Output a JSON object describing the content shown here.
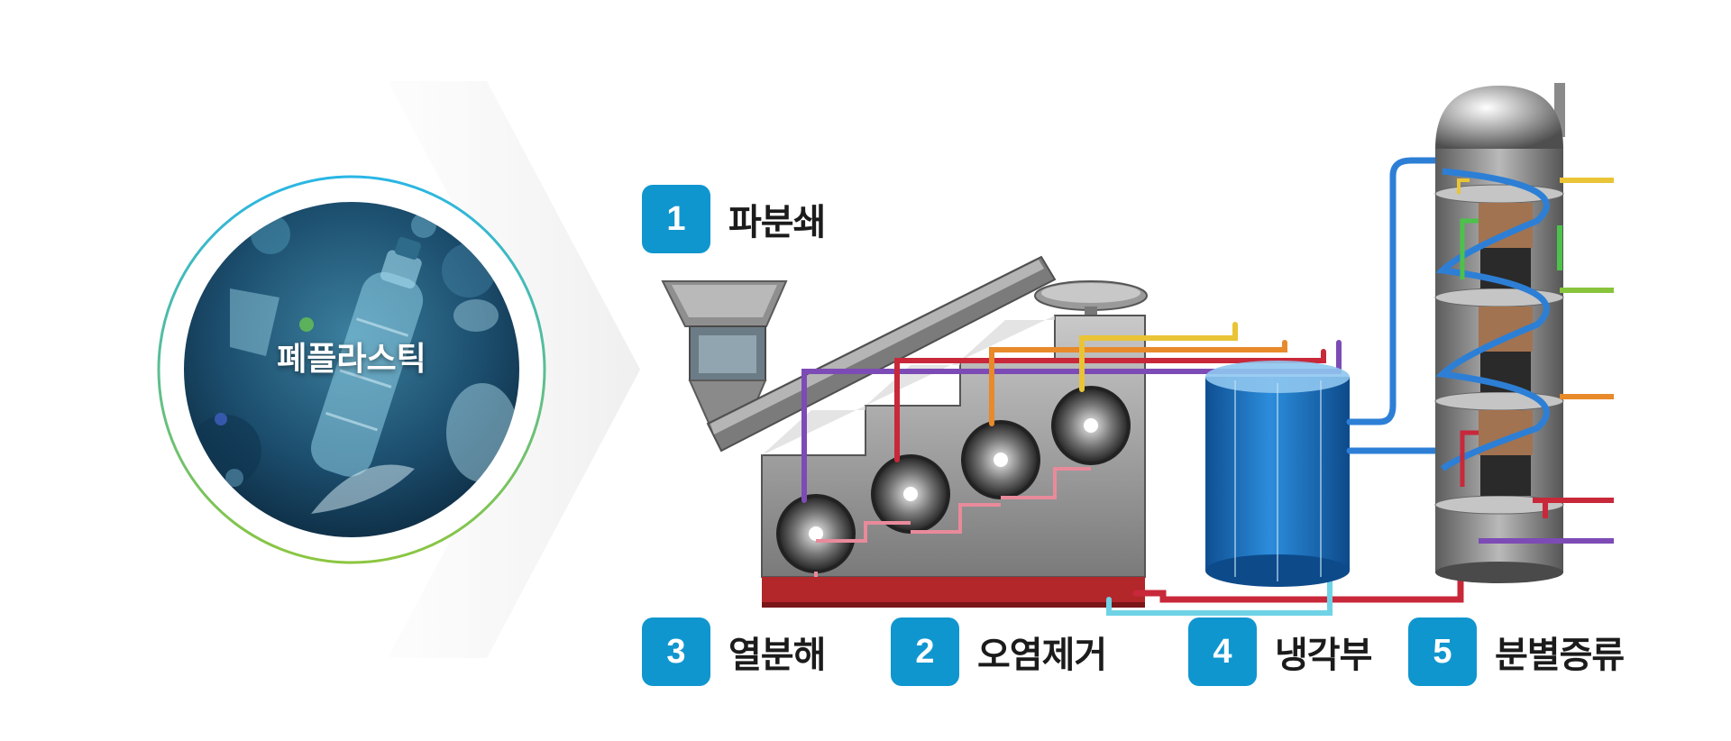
{
  "source": {
    "title": "폐플라스틱"
  },
  "steps": [
    {
      "number": "1",
      "name": "파분쇄"
    },
    {
      "number": "3",
      "name": "열분해"
    },
    {
      "number": "2",
      "name": "오염제거"
    },
    {
      "number": "4",
      "name": "냉각부"
    },
    {
      "number": "5",
      "name": "분별증류"
    }
  ],
  "colors": {
    "badge": "#1096cf",
    "ring_top": "#29b6e6",
    "ring_bottom": "#8cc63f",
    "pipe_purple": "#7d4bb5",
    "pipe_red": "#c8283a",
    "pipe_orange": "#e8892a",
    "pipe_yellow": "#e9c436",
    "pipe_blue": "#2d7fd6",
    "pipe_green": "#4cc24a",
    "tank_blue": "#1e78c8"
  }
}
